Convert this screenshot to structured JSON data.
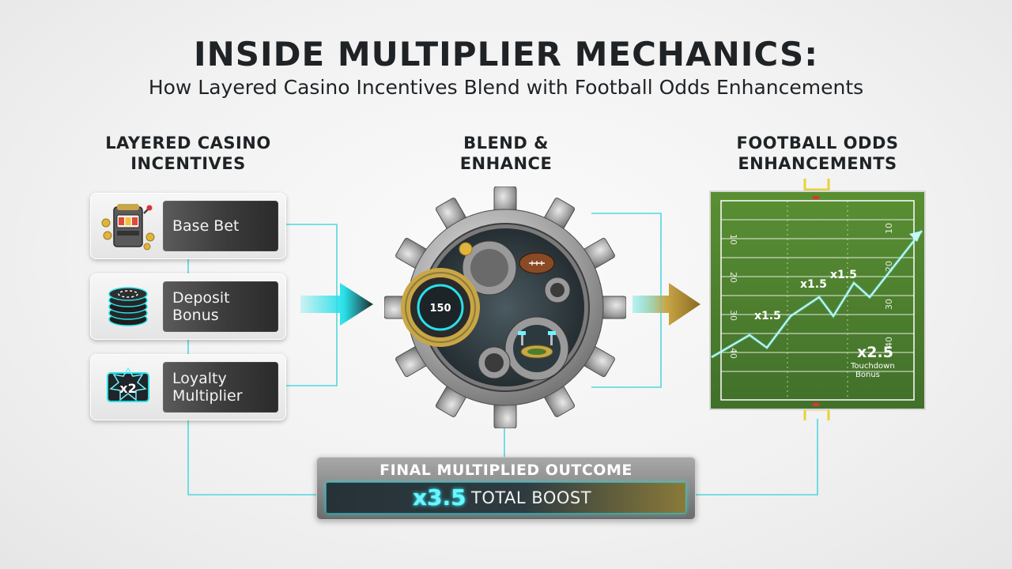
{
  "title": "INSIDE MULTIPLIER MECHANICS:",
  "subtitle": "How Layered Casino Incentives Blend with Football Odds Enhancements",
  "columns": {
    "left": "LAYERED CASINO\nINCENTIVES",
    "middle": "BLEND &\nENHANCE",
    "right": "FOOTBALL ODDS\nENHANCEMENTS"
  },
  "incentives": [
    {
      "label": "Base Bet",
      "icon": "slot-machine-icon"
    },
    {
      "label": "Deposit\nBonus",
      "icon": "chip-stack-icon"
    },
    {
      "label": "Loyalty\nMultiplier",
      "icon": "x2-badge-icon",
      "badge": "x2"
    }
  ],
  "gear": {
    "dial_value": "150",
    "icons": [
      "football-icon",
      "stadium-icon",
      "coin-icon"
    ]
  },
  "field": {
    "yard_labels": [
      "10",
      "20",
      "30",
      "40"
    ],
    "boosts": [
      "x1.5",
      "x1.5",
      "x1.5"
    ],
    "touchdown_mult": "x2.5",
    "touchdown_label": "Touchdown\nBonus"
  },
  "outcome": {
    "title": "FINAL MULTIPLIED OUTCOME",
    "multiplier": "x3.5",
    "label": "TOTAL BOOST"
  },
  "colors": {
    "accent_cyan": "#29e0e8",
    "gold": "#c9a646",
    "field_green": "#4c7d2c",
    "dark_plate": "#3b3b3b"
  }
}
